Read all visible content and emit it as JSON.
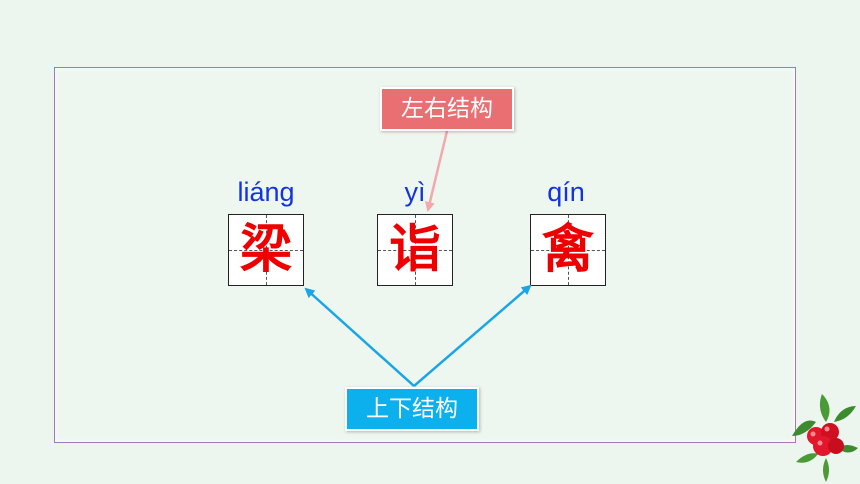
{
  "characters": [
    {
      "pinyin": "liáng",
      "char": "梁"
    },
    {
      "pinyin": "yì",
      "char": "诣"
    },
    {
      "pinyin": "qín",
      "char": "禽"
    }
  ],
  "labels": {
    "left_right": "左右结构",
    "top_bottom": "上下结构"
  },
  "colors": {
    "pinyin": "#1233e0",
    "character": "#ee0000",
    "left_right_label_bg": "#ea6f72",
    "top_bottom_label_bg": "#0bb0ec",
    "frame_border": "#a07ab8"
  },
  "decoration": {
    "corner_icon": "berry-branch-icon"
  }
}
